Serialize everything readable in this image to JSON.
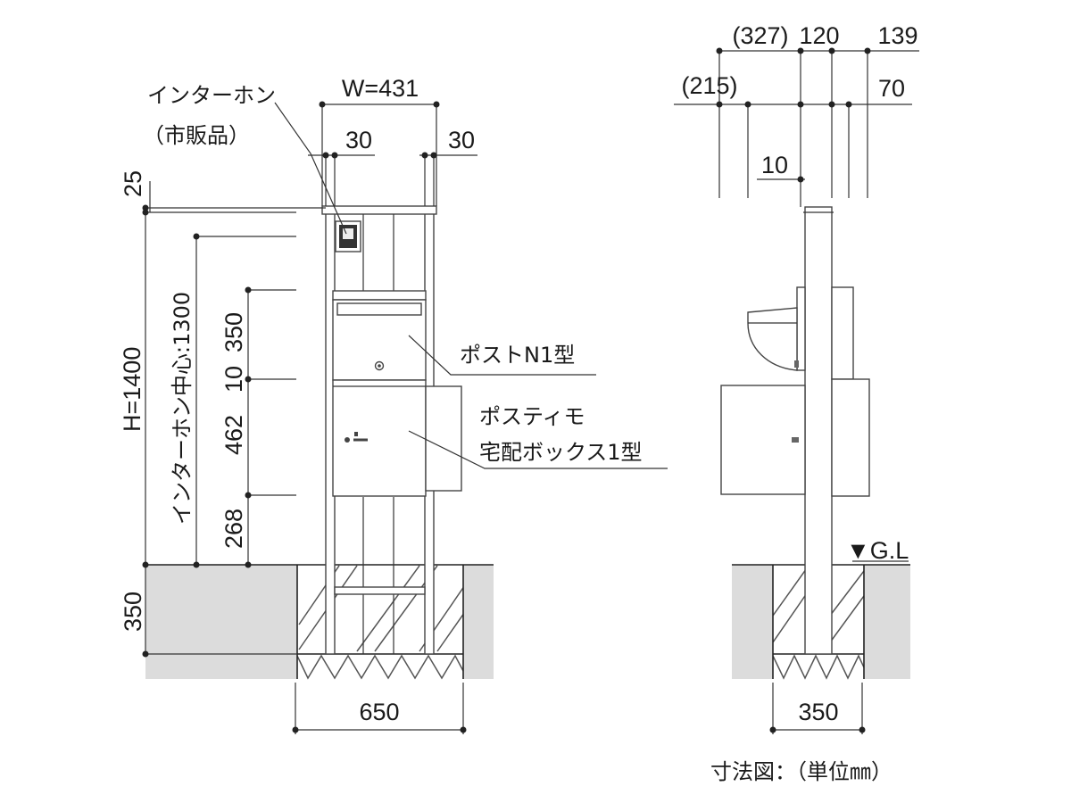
{
  "front": {
    "width_dim": "W=431",
    "post_width_left": "30",
    "post_width_right": "30",
    "intercom_label_1": "インターホン",
    "intercom_label_2": "（市販品）",
    "dim_top": "25",
    "dim_height": "H=1400",
    "dim_intercom_center": "インターホン中心:1300",
    "dim_350": "350",
    "dim_10": "10",
    "dim_462": "462",
    "dim_268": "268",
    "dim_underground": "350",
    "base_width": "650",
    "post_label": "ポストN1型",
    "box_label_1": "ポスティモ",
    "box_label_2": "宅配ボックス1型"
  },
  "side": {
    "dim_327": "(327)",
    "dim_120": "120",
    "dim_139": "139",
    "dim_215": "(215)",
    "dim_70": "70",
    "dim_10": "10",
    "ground_label": "▼G.L",
    "base_width": "350"
  },
  "footer": {
    "caption": "寸法図：（単位㎜）"
  }
}
